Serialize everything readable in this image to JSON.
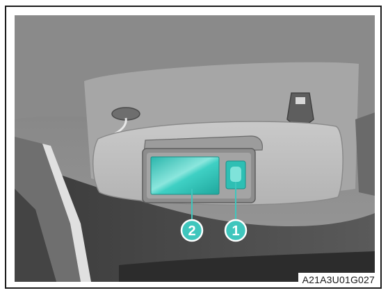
{
  "figure": {
    "code": "A21A3U01G027",
    "callouts": [
      {
        "number": "2",
        "target": "vanity-mirror"
      },
      {
        "number": "1",
        "target": "mirror-lamp"
      }
    ]
  },
  "colors": {
    "callout": "#3fc6bd",
    "mirror": "#2fd0c3",
    "visor": "#bdbdbd",
    "headliner": "#8c8c8c"
  }
}
